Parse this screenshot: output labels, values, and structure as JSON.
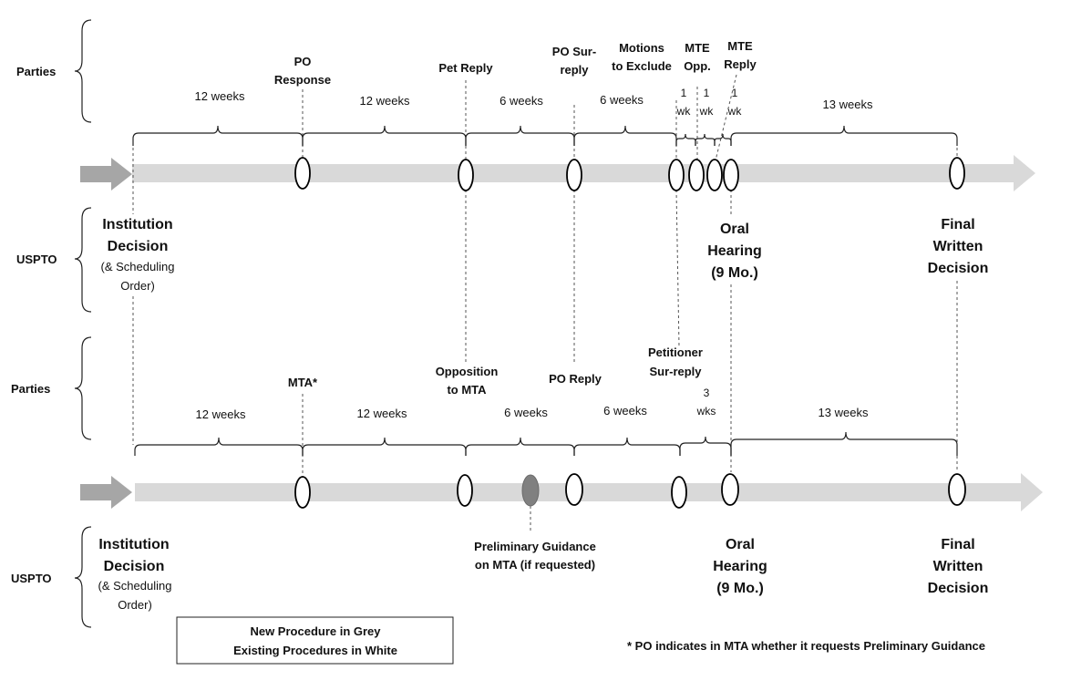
{
  "top": {
    "labels": {
      "parties": "Parties",
      "uspto": "USPTO"
    },
    "events": {
      "po_response": [
        "PO",
        "Response"
      ],
      "pet_reply": [
        "Pet Reply"
      ],
      "po_sur_reply": [
        "PO Sur-",
        "reply"
      ],
      "motions_to_exclude": [
        "Motions",
        "to Exclude"
      ],
      "mte_opp": [
        "MTE",
        "Opp."
      ],
      "mte_reply": [
        "MTE",
        "Reply"
      ]
    },
    "durations": {
      "d1": "12 weeks",
      "d2": "12 weeks",
      "d3": "6 weeks",
      "d4": "6 weeks",
      "d5": [
        "1",
        "wk"
      ],
      "d6": [
        "1",
        "wk"
      ],
      "d7": [
        "1",
        "wk"
      ],
      "d8": "13 weeks"
    },
    "milestones": {
      "institution": [
        "Institution",
        "Decision"
      ],
      "institution_sub": [
        "(& Scheduling",
        "Order)"
      ],
      "oral_hearing": [
        "Oral",
        "Hearing",
        "(9 Mo.)"
      ],
      "final_decision": [
        "Final",
        "Written",
        "Decision"
      ]
    }
  },
  "bottom": {
    "labels": {
      "parties": "Parties",
      "uspto": "USPTO"
    },
    "events": {
      "mta": [
        "MTA*"
      ],
      "opposition_to_mta": [
        "Opposition",
        "to MTA"
      ],
      "po_reply": [
        "PO Reply"
      ],
      "petitioner_sur_reply": [
        "Petitioner",
        "Sur-reply"
      ],
      "preliminary_guidance": [
        "Preliminary Guidance",
        "on MTA (if requested)"
      ]
    },
    "durations": {
      "d1": "12 weeks",
      "d2": "12 weeks",
      "d3": "6 weeks",
      "d4": "6 weeks",
      "d5": [
        "3",
        "wks"
      ],
      "d6": "13 weeks"
    },
    "milestones": {
      "institution": [
        "Institution",
        "Decision"
      ],
      "institution_sub": [
        "(& Scheduling",
        "Order)"
      ],
      "oral_hearing": [
        "Oral",
        "Hearing",
        "(9 Mo.)"
      ],
      "final_decision": [
        "Final",
        "Written",
        "Decision"
      ]
    }
  },
  "legend": {
    "line1": "New Procedure in Grey",
    "line2": "Existing Procedures in White"
  },
  "footnote": "*  PO indicates in MTA whether it requests Preliminary Guidance",
  "colors": {
    "timeline_band": "#d9d9d9",
    "start_arrow": "#a6a6a6",
    "new_procedure_marker": "#808080",
    "existing_procedure_marker": "#ffffff"
  }
}
